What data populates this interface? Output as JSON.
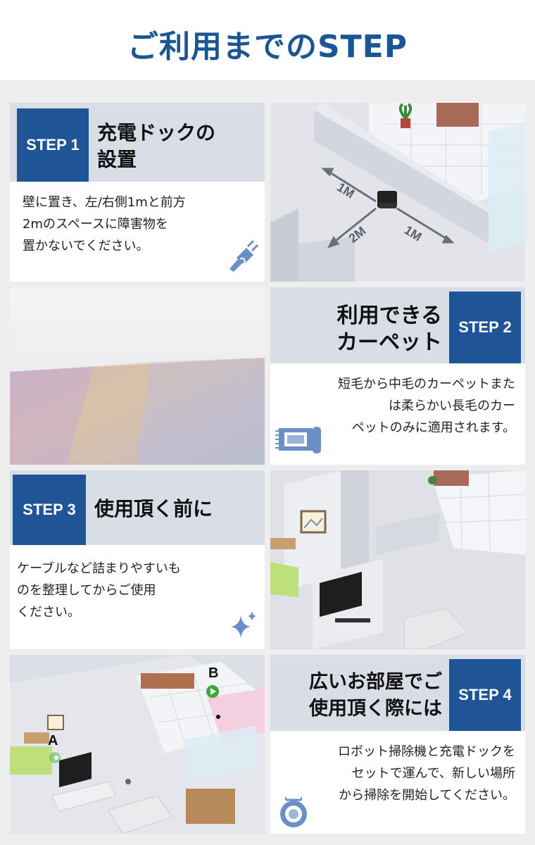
{
  "header": {
    "title": "ご利用までのSTEP"
  },
  "steps": [
    {
      "badge": "STEP 1",
      "title_line1": "充電ドックの",
      "title_line2": "設置",
      "desc_line1": "壁に置き、左/右側1mと前方",
      "desc_line2": "2mのスペースに障害物を",
      "desc_line3": "置かないでください。",
      "icon": "plug-icon"
    },
    {
      "badge": "STEP 2",
      "title_line1": "利用できる",
      "title_line2": "カーペット",
      "desc_line1": "短毛から中毛のカーペットまた",
      "desc_line2": "は柔らかい長毛のカー",
      "desc_line3": "ペットのみに適用されます。",
      "icon": "carpet-icon"
    },
    {
      "badge": "STEP 3",
      "title_line1": "使用頂く前に",
      "desc_line1": "ケーブルなど詰まりやすいも",
      "desc_line2": "のを整理してからご使用",
      "desc_line3": "ください。",
      "icon": "sparkle-icon"
    },
    {
      "badge": "STEP 4",
      "title_line1": "広いお部屋でご",
      "title_line2": "使用頂く際には",
      "desc_line1": "ロボット掃除機と充電ドックを",
      "desc_line2": "セットで運んで、新しい場所",
      "desc_line3": "から掃除を開始してください。",
      "icon": "robot-vacuum-icon"
    }
  ],
  "images": {
    "dock_labels": {
      "left": "1M",
      "front": "2M",
      "right": "1M"
    },
    "map_labels": {
      "a": "A",
      "b": "B"
    }
  }
}
